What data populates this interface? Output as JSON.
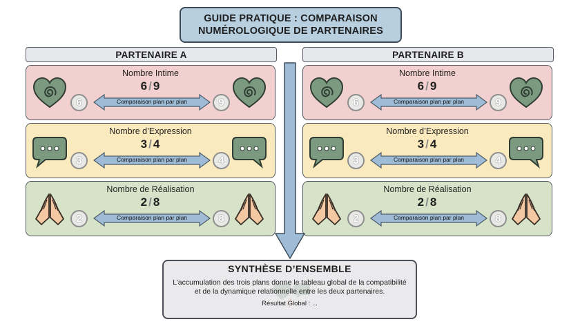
{
  "title": {
    "line1": "GUIDE PRATIQUE : COMPARAISON",
    "line2": "NUMÉROLOGIQUE DE PARTENAIRES"
  },
  "columns": [
    {
      "header": "PARTENAIRE A",
      "rows": [
        {
          "label": "Nombre Intime",
          "left": "6",
          "right": "9",
          "arrow_label": "Comparaison plan par plan",
          "coin_left": "6",
          "coin_right": "9",
          "icon": "heart-spiral-icon"
        },
        {
          "label": "Nombre d’Expression",
          "left": "3",
          "right": "4",
          "arrow_label": "Comparaison plan par plan",
          "coin_left": "3",
          "coin_right": "4",
          "icon": "speech-bubble-icon"
        },
        {
          "label": "Nombre de Réalisation",
          "left": "2",
          "right": "8",
          "arrow_label": "Comparaison plan par plan",
          "coin_left": "2",
          "coin_right": "8",
          "icon": "praying-hands-icon"
        }
      ]
    },
    {
      "header": "PARTENAIRE B",
      "rows": [
        {
          "label": "Nombre Intime",
          "left": "6",
          "right": "9",
          "arrow_label": "Comparaison plan par plan",
          "coin_left": "6",
          "coin_right": "9",
          "icon": "heart-spiral-icon"
        },
        {
          "label": "Nombre d’Expression",
          "left": "3",
          "right": "4",
          "arrow_label": "Comparaison plan par plan",
          "coin_left": "3",
          "coin_right": "4",
          "icon": "speech-bubble-icon"
        },
        {
          "label": "Nombre de Réalisation",
          "left": "2",
          "right": "8",
          "arrow_label": "Comparaison plan par plan",
          "coin_left": "2",
          "coin_right": "8",
          "icon": "praying-hands-icon"
        }
      ]
    }
  ],
  "summary": {
    "title": "SYNTHÈSE D’ENSEMBLE",
    "line1": "L’accumulation des trois plans donne le tableau global de la compatibilité",
    "line2": "et de la dynamique relationnelle entre les deux partenaires.",
    "result": "Résultat Global : ..."
  },
  "colors": {
    "title_bg": "#b8cfe0",
    "intime_bg": "#f1d0cf",
    "expression_bg": "#fbeabd",
    "realisation_bg": "#d6e3c8",
    "icon_green": "#7c9a80",
    "arrow_blue": "#9fbcd6",
    "skin": "#f3c8a3"
  }
}
